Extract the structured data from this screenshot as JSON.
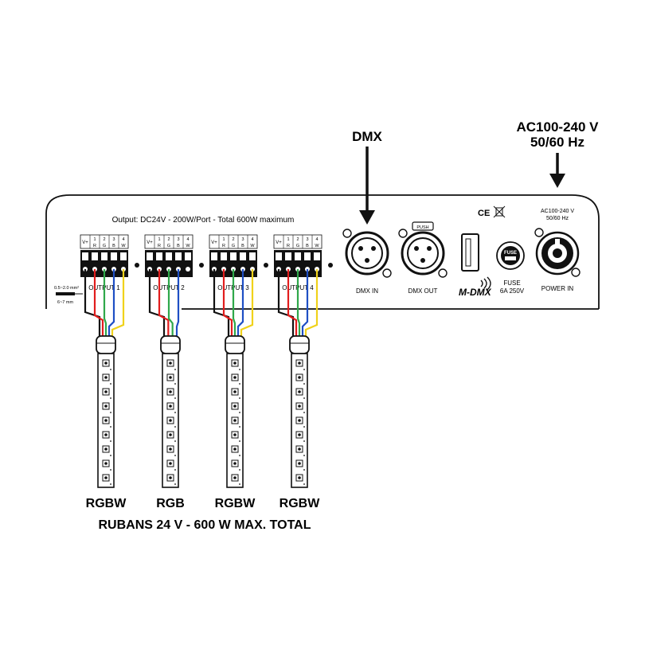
{
  "top_labels": {
    "dmx": "DMX",
    "power_line1": "AC100-240 V",
    "power_line2": "50/60 Hz"
  },
  "panel": {
    "output_spec": "Output: DC24V - 200W/Port - Total 600W maximum",
    "terminal_header": {
      "vplus": "V+",
      "numbers": [
        "1",
        "2",
        "3",
        "4"
      ],
      "letters": [
        "R",
        "G",
        "B",
        "W"
      ]
    },
    "outputs": [
      "OUTPUT 1",
      "OUTPUT 2",
      "OUTPUT 3",
      "OUTPUT 4"
    ],
    "wire_gauge": "0.5~2.0 mm²",
    "strip_length": "6~7 mm",
    "dmx_in": "DMX IN",
    "dmx_out": "DMX OUT",
    "push": "PUSH",
    "logo": "M-DMX",
    "ce_mark": "CE",
    "fuse_cap": "FUSE",
    "fuse_label": "FUSE",
    "fuse_rating": "6A 250V",
    "power_rating_line1": "AC100-240 V",
    "power_rating_line2": "50/60 Hz",
    "power_in": "POWER IN"
  },
  "strips": [
    "RGBW",
    "RGB",
    "RGBW",
    "RGBW"
  ],
  "caption": "RUBANS 24 V - 600 W MAX. TOTAL",
  "wire_colors": {
    "v": "#111111",
    "r": "#e11d1d",
    "g": "#2fa84a",
    "b": "#1f4fc4",
    "w": "#f0d21a"
  }
}
